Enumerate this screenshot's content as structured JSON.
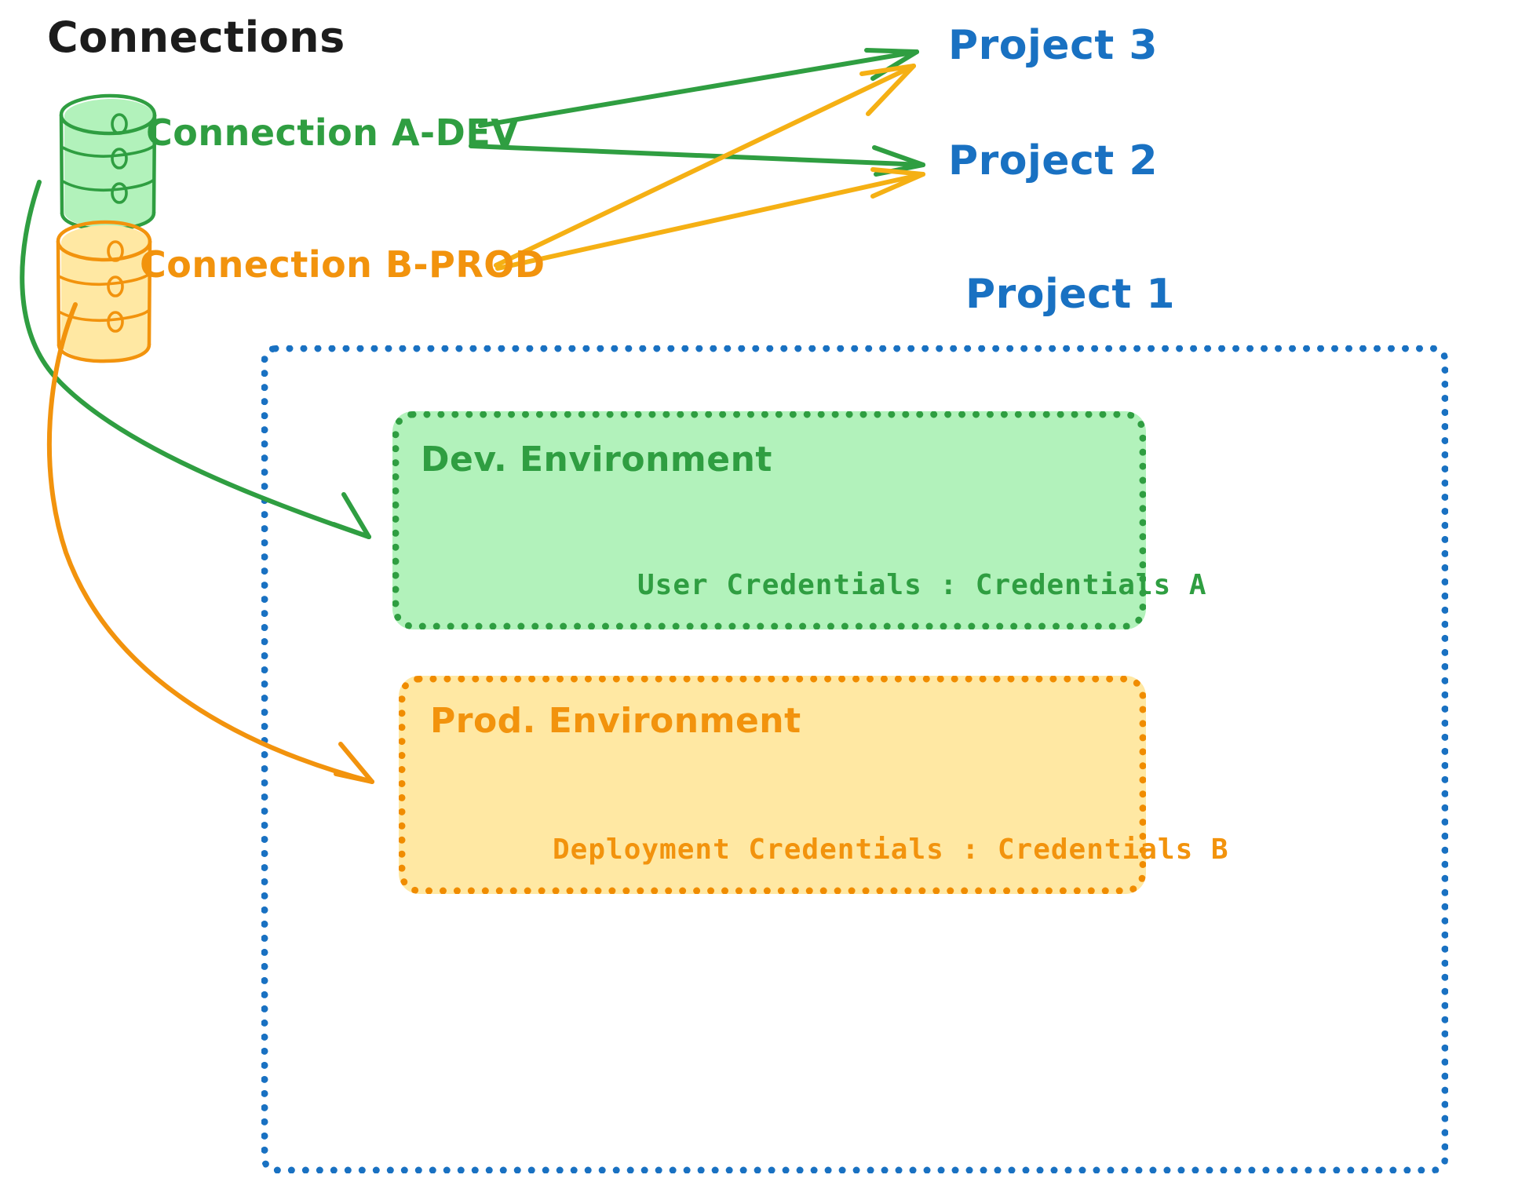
{
  "diagram": {
    "title": "Connections",
    "colors": {
      "green": "#2f9e41",
      "green_fill": "#b2f2bb",
      "orange": "#f2930d",
      "orange_stroke": "#f08c00",
      "orange_fill": "#ffe8a3",
      "blue": "#1971c2",
      "black": "#1c1c1c",
      "background": "#ffffff"
    },
    "connections": [
      {
        "id": "a-dev",
        "label": "Connection A-DEV",
        "color": "#2f9e41",
        "icon": "database-cylinder-icon",
        "targets": [
          "Project 3",
          "Project 2",
          "Dev. Environment"
        ]
      },
      {
        "id": "b-prod",
        "label": "Connection B-PROD",
        "color": "#f2930d",
        "icon": "database-cylinder-icon",
        "targets": [
          "Project 3",
          "Project 2",
          "Prod. Environment"
        ]
      }
    ],
    "projects": [
      {
        "id": "project-3",
        "label": "Project 3"
      },
      {
        "id": "project-2",
        "label": "Project 2"
      },
      {
        "id": "project-1",
        "label": "Project 1"
      }
    ],
    "environments": [
      {
        "id": "dev",
        "label": "Dev. Environment",
        "credentials_label": "User Credentials : Credentials A",
        "color": "#2f9e41",
        "fill": "#b2f2bb"
      },
      {
        "id": "prod",
        "label": "Prod. Environment",
        "credentials_label": "Deployment Credentials : Credentials B",
        "color": "#f2930d",
        "fill": "#ffe8a3"
      }
    ]
  }
}
